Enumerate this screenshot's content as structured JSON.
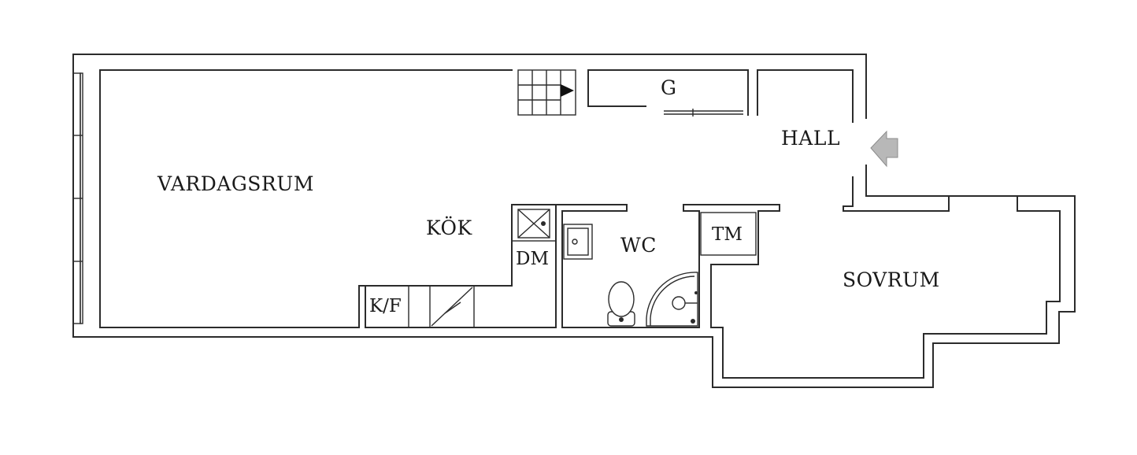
{
  "rooms": {
    "vardagsrum": "VARDAGSRUM",
    "kok": "KÖK",
    "hall": "HALL",
    "garderob": "G",
    "wc": "WC",
    "tm": "TM",
    "dm": "DM",
    "kf": "K/F",
    "sovrum": "SOVRUM"
  },
  "colors": {
    "wall": "#2b2b2b",
    "entrance_arrow": "#b8b8b8"
  },
  "icons": {
    "entrance": "entrance-arrow-icon",
    "stairs": "stairs-icon",
    "toilet": "toilet-icon",
    "sink": "sink-icon",
    "shower": "shower-icon",
    "washer": "washing-machine-icon"
  }
}
